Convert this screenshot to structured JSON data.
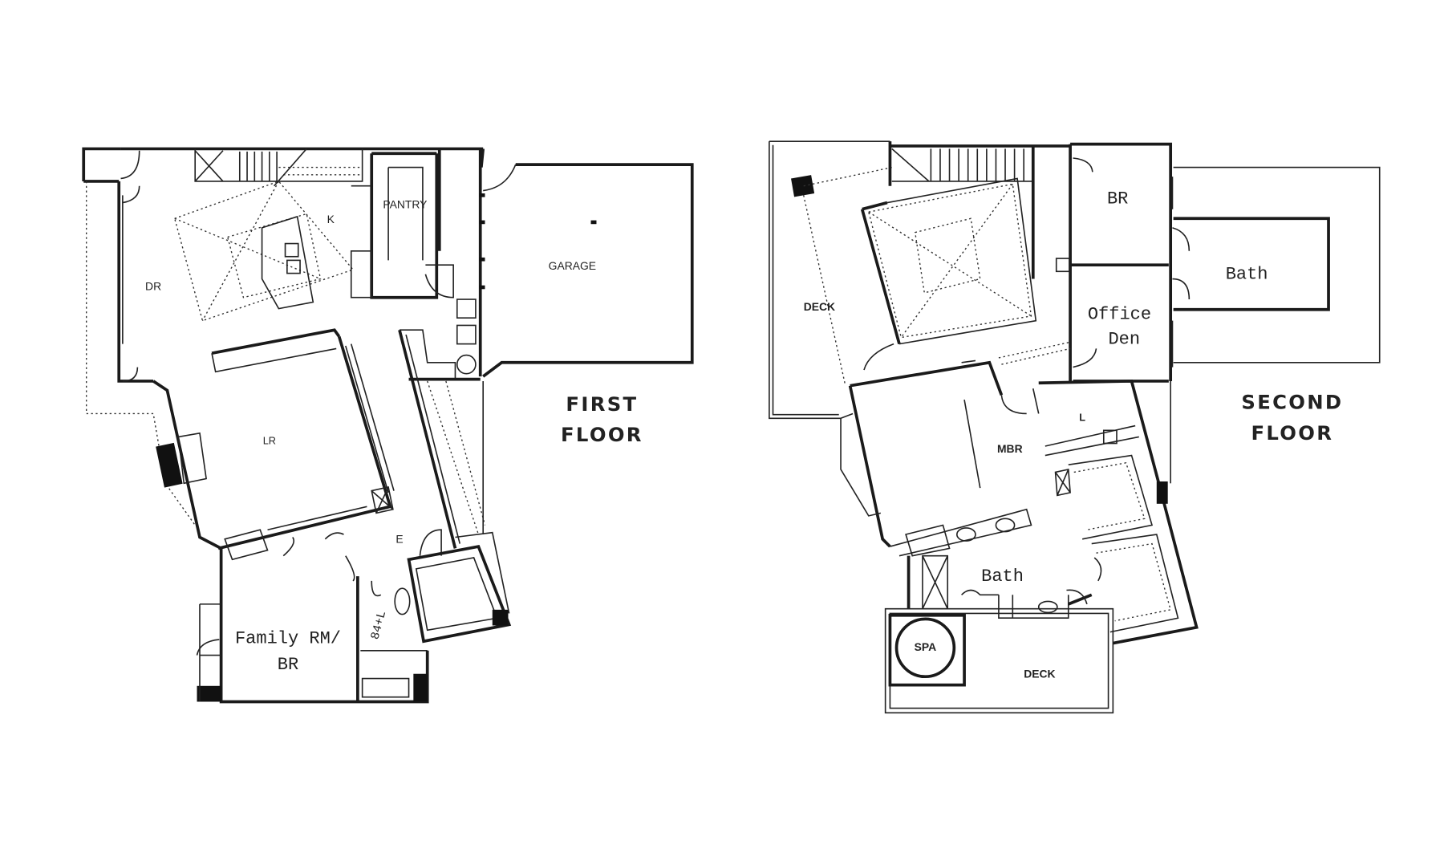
{
  "first_floor": {
    "title_line1": "FIRST",
    "title_line2": "FLOOR",
    "rooms": {
      "dr": "DR",
      "k": "K",
      "pantry": "PANTRY",
      "garage": "GARAGE",
      "lr": "LR",
      "e": "E",
      "family_line1": "Family RM/",
      "family_line2": "BR",
      "handwritten_note": "84+L"
    }
  },
  "second_floor": {
    "title_line1": "SECOND",
    "title_line2": "FLOOR",
    "rooms": {
      "deck_upper": "DECK",
      "br": "BR",
      "bath_wing": "Bath",
      "office_line1": "Office",
      "office_line2": "Den",
      "l": "L",
      "mbr": "MBR",
      "bath_master": "Bath",
      "spa": "SPA",
      "deck_lower": "DECK"
    }
  }
}
